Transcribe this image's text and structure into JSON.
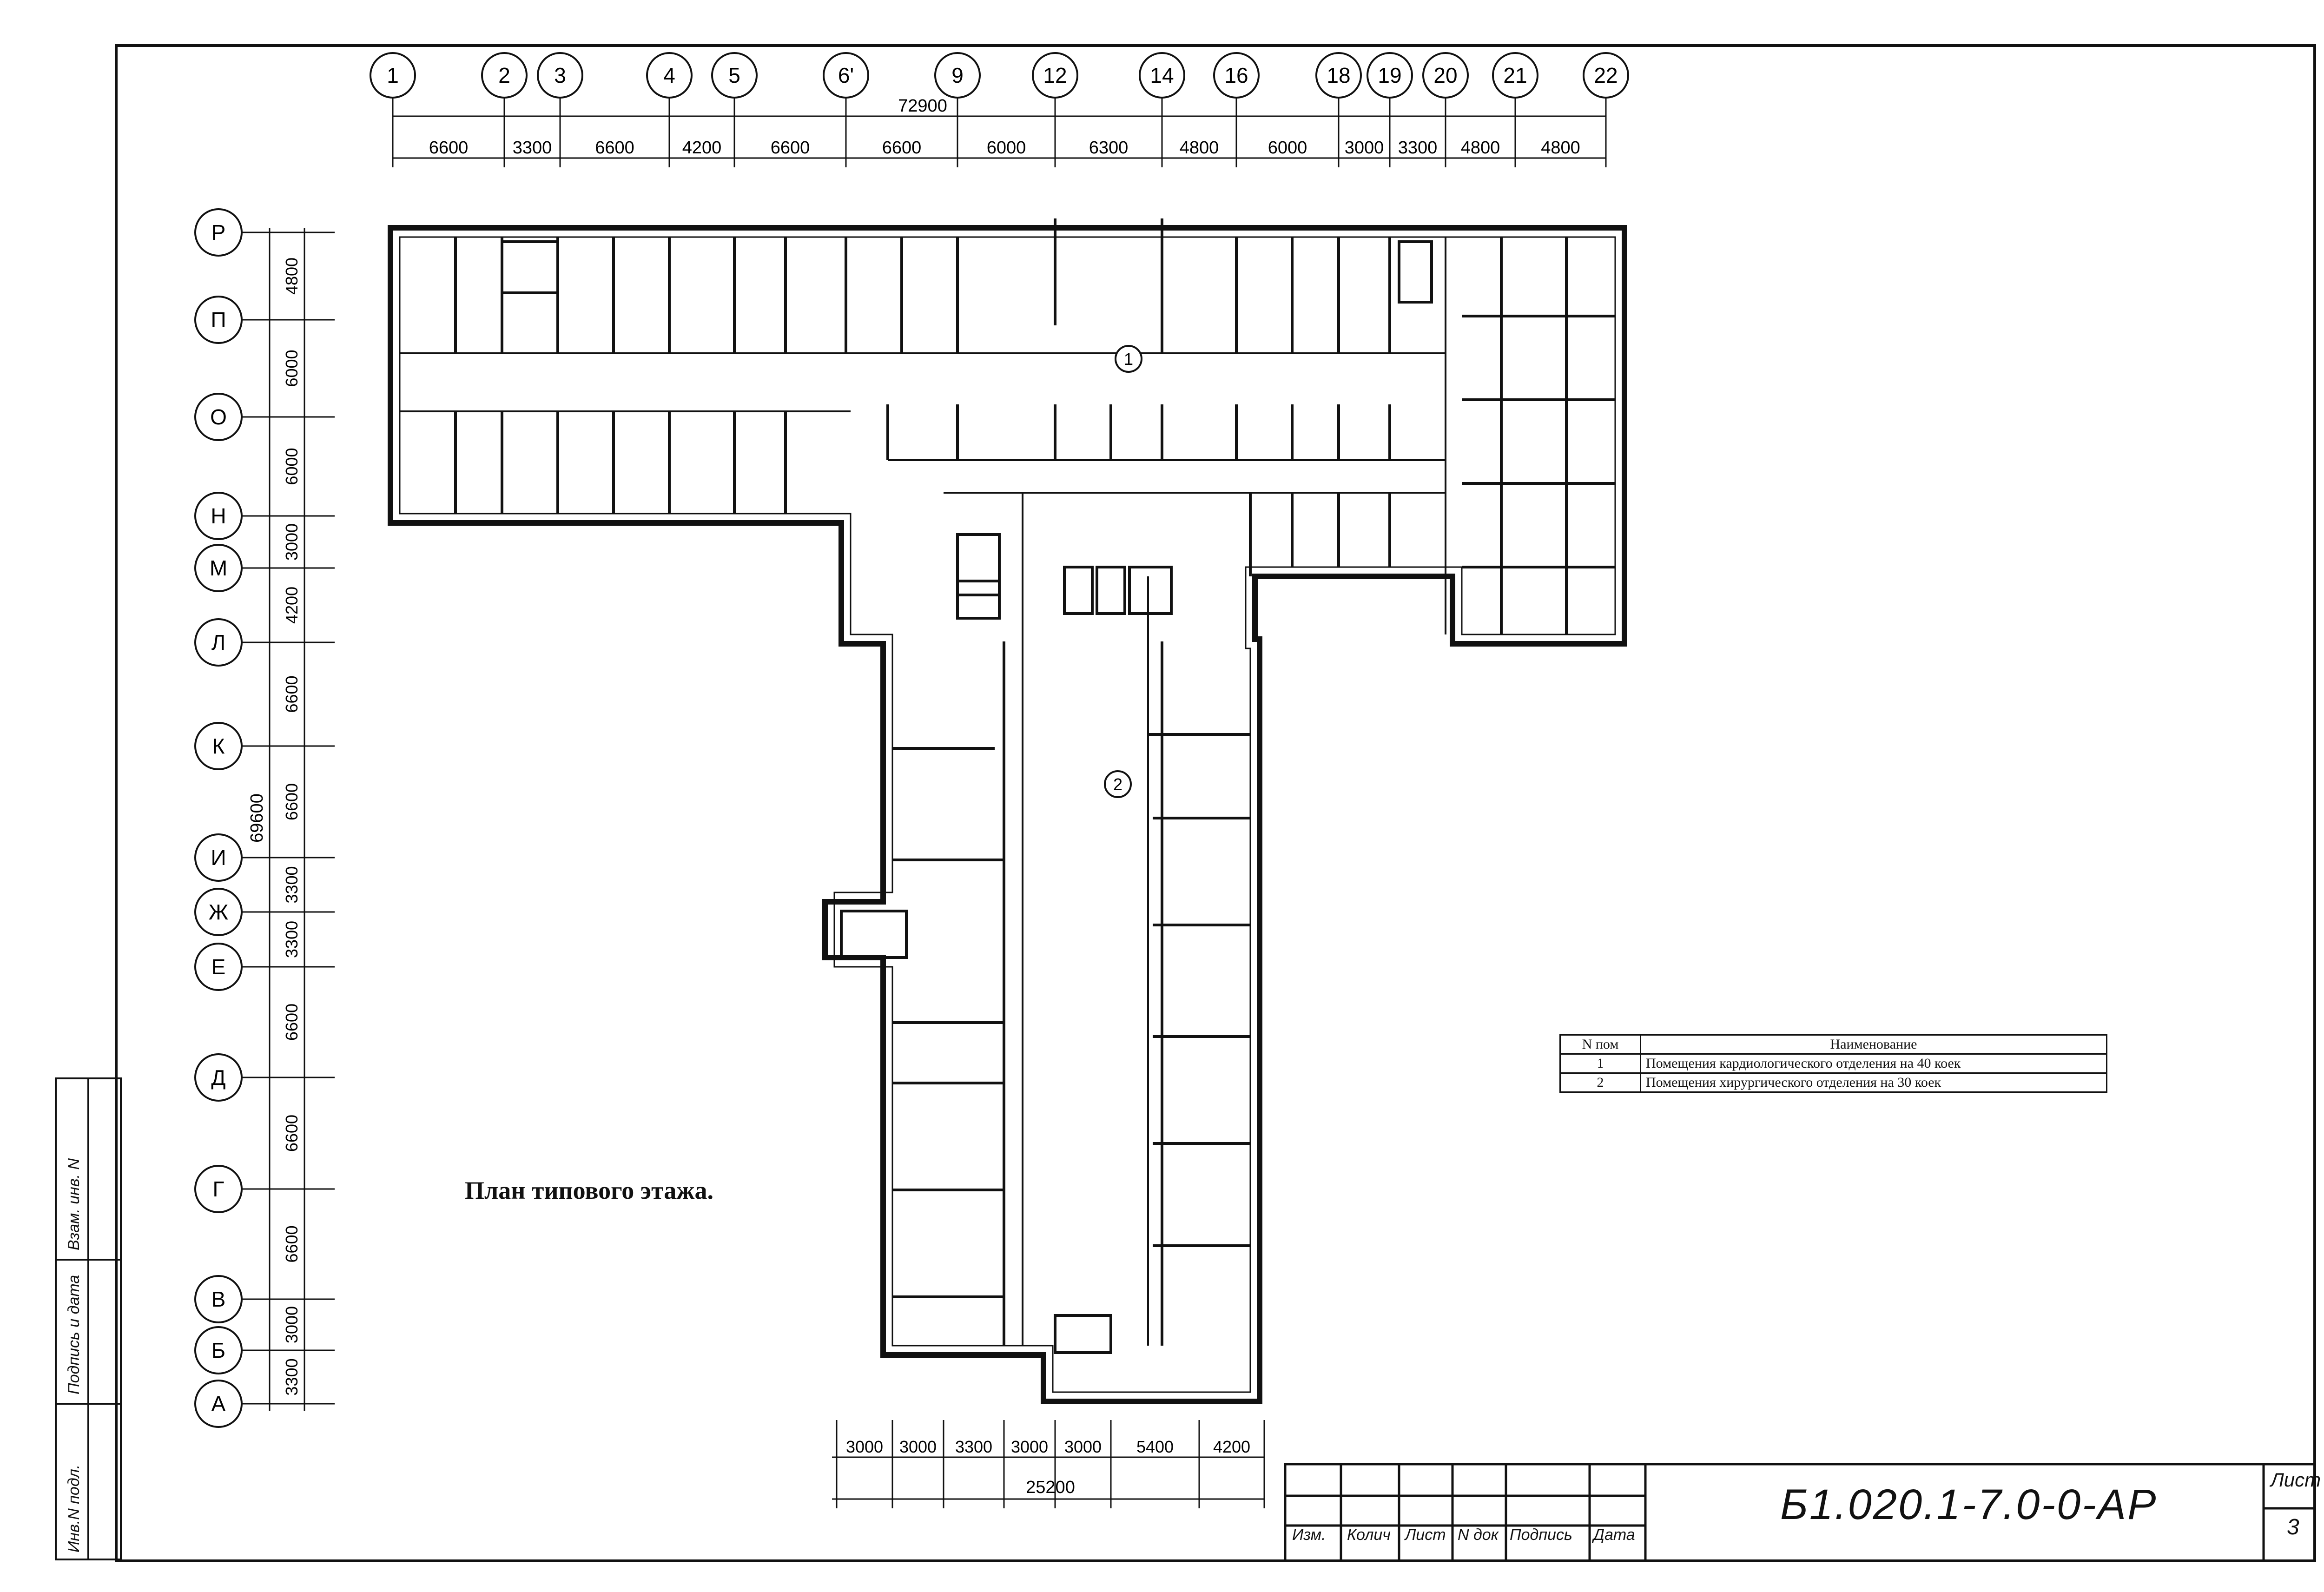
{
  "plan": {
    "title": "План типового этажа."
  },
  "axes_top": [
    "1",
    "2",
    "3",
    "4",
    "5",
    "6'",
    "9",
    "12",
    "14",
    "16",
    "18",
    "19",
    "20",
    "21",
    "22"
  ],
  "top_overall": "72900",
  "top_spans": [
    "6600",
    "3300",
    "6600",
    "4200",
    "6600",
    "6600",
    "6000",
    "6300",
    "4800",
    "6000",
    "3000",
    "3300",
    "4800",
    "4800"
  ],
  "axes_left": [
    "Р",
    "П",
    "О",
    "Н",
    "М",
    "Л",
    "К",
    "И",
    "Ж",
    "Е",
    "Д",
    "Г",
    "В",
    "Б",
    "А"
  ],
  "left_spans": [
    "4800",
    "6000",
    "6000",
    "3000",
    "4200",
    "6600",
    "6600",
    "3300",
    "3300",
    "6600",
    "6600",
    "6600",
    "3000",
    "3300"
  ],
  "left_overall": "69600",
  "bottom_spans": [
    "3000",
    "3000",
    "3300",
    "3000",
    "3000",
    "5400",
    "4200"
  ],
  "bottom_overall": "25200",
  "room_markers": [
    "1",
    "2"
  ],
  "legend": {
    "header_num": "N пом",
    "header_name": "Наименование",
    "rows": [
      {
        "num": "1",
        "name": "Помещения кардиологического отделения на 40 коек"
      },
      {
        "num": "2",
        "name": "Помещения хирургического отделения на 30 коек"
      }
    ]
  },
  "title_block": {
    "col_labels": [
      "Изм.",
      "Колич",
      "Лист",
      "N док",
      "Подпись",
      "Дата"
    ],
    "doc_code": "Б1.020.1-7.0-0-АР",
    "sheet_label": "Лист",
    "sheet_number": "3"
  },
  "side_stamp": [
    "Инв.N подл.",
    "Подпись и дата",
    "Взам. инв. N"
  ]
}
